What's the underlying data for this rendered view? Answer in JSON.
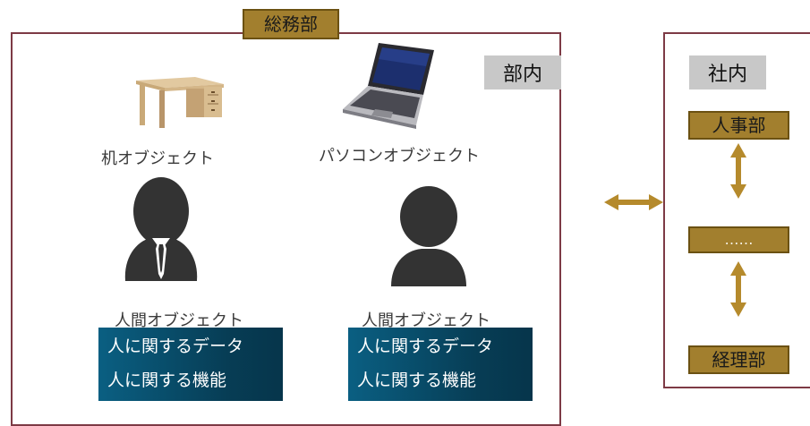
{
  "department": {
    "name": "総務部",
    "scope_label": "部内"
  },
  "company": {
    "scope_label": "社内",
    "departments": [
      "人事部",
      "……",
      "経理部"
    ]
  },
  "objects": {
    "desk_label": "机オブジェクト",
    "pc_label": "パソコンオブジェクト",
    "humans": [
      {
        "label": "人間オブジェクト",
        "data_text": "人に関するデータ",
        "function_text": "人に関する機能"
      },
      {
        "label": "人間オブジェクト",
        "data_text": "人に関するデータ",
        "function_text": "人に関する機能"
      }
    ]
  },
  "colors": {
    "frame": "#7d3a45",
    "gold": "#a27f2e",
    "arrow": "#b58a2c",
    "info_box": "#073a52",
    "grey_label": "#c8c8c8"
  }
}
